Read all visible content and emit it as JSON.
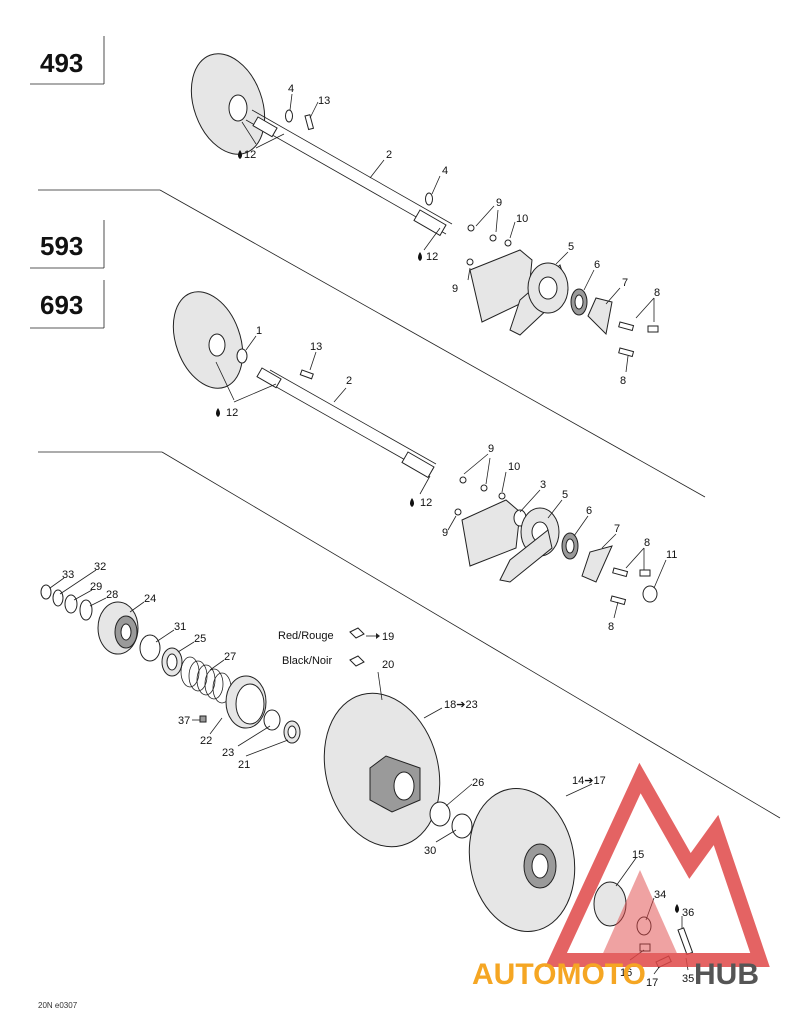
{
  "models": {
    "m493": "493",
    "m593": "593",
    "m693": "693"
  },
  "legend": {
    "red_label": "Red/Rouge",
    "red_ref": "19",
    "black_label": "Black/Noir",
    "black_ref": "20"
  },
  "callouts": {
    "top_4a": "4",
    "top_13": "13",
    "top_12a": "12",
    "top_2": "2",
    "top_4b": "4",
    "top_9a": "9",
    "top_10": "10",
    "top_12b": "12",
    "top_9b": "9",
    "top_5": "5",
    "top_6": "6",
    "top_7": "7",
    "top_8a": "8",
    "top_8b": "8",
    "mid_1": "1",
    "mid_13": "13",
    "mid_2": "2",
    "mid_12a": "12",
    "mid_9a": "9",
    "mid_10": "10",
    "mid_12b": "12",
    "mid_3": "3",
    "mid_5": "5",
    "mid_9b": "9",
    "mid_6": "6",
    "mid_7": "7",
    "mid_8a": "8",
    "mid_11": "11",
    "mid_8b": "8",
    "b_33": "33",
    "b_32": "32",
    "b_29": "29",
    "b_28": "28",
    "b_24": "24",
    "b_31": "31",
    "b_25": "25",
    "b_27": "27",
    "b_37": "37",
    "b_22": "22",
    "b_23": "23",
    "b_21": "21",
    "b_18": "18➔23",
    "b_26": "26",
    "b_30": "30",
    "b_14": "14➔17",
    "b_15": "15",
    "b_34": "34",
    "b_36": "36",
    "b_16": "16",
    "b_17": "17",
    "b_35": "35"
  },
  "diagram_code": "20N e0307",
  "watermark": {
    "text_a": "AUTOMOTO",
    "text_b": "HUB",
    "color_a": "#f5a623",
    "color_b": "#555555",
    "logo_color": "#e04848"
  }
}
